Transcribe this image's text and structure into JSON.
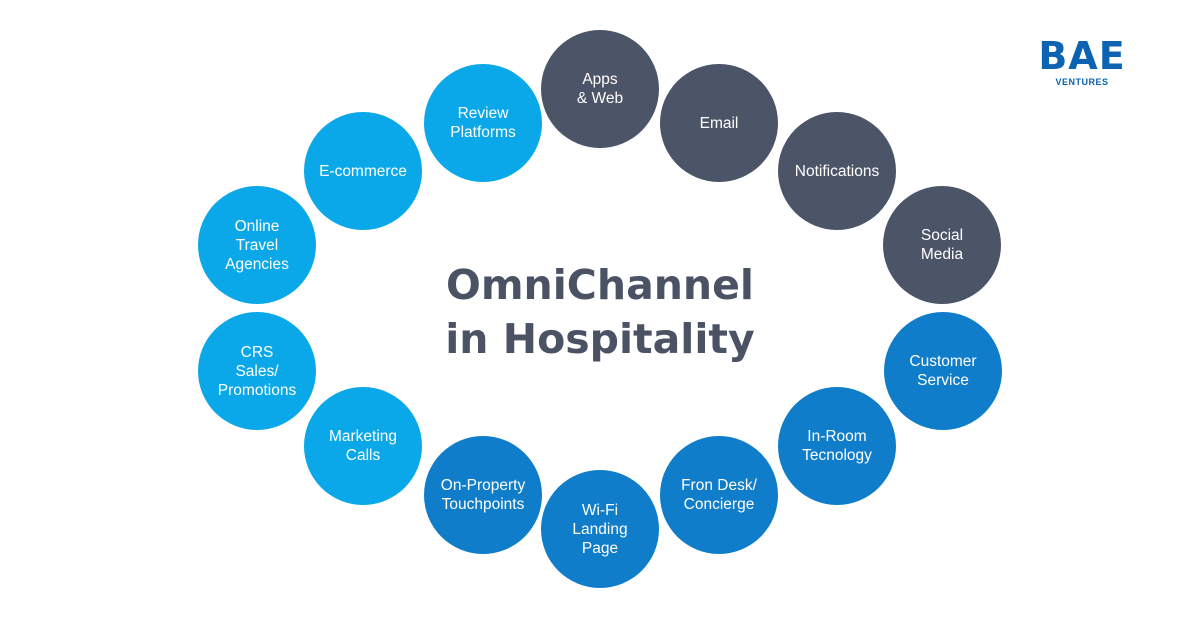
{
  "title": {
    "line1": "OmniChannel",
    "line2": "in Hospitality"
  },
  "logo": {
    "mark": "BAE",
    "subtitle": "VENTURES",
    "color": "#0b63b2"
  },
  "colors": {
    "light_blue": "#0aa8e8",
    "mid_blue": "#0f7dc9",
    "dark_slate": "#4c5468",
    "title": "#4b5264"
  },
  "channels": [
    {
      "label": "Apps\n& Web",
      "tone": "dark"
    },
    {
      "label": "Email",
      "tone": "dark"
    },
    {
      "label": "Notifications",
      "tone": "dark"
    },
    {
      "label": "Social\nMedia",
      "tone": "dark"
    },
    {
      "label": "Customer\nService",
      "tone": "mid"
    },
    {
      "label": "In-Room\nTecnology",
      "tone": "mid"
    },
    {
      "label": "Fron Desk/\nConcierge",
      "tone": "mid"
    },
    {
      "label": "Wi-Fi\nLanding\nPage",
      "tone": "mid"
    },
    {
      "label": "On-Property\nTouchpoints",
      "tone": "mid"
    },
    {
      "label": "Marketing\nCalls",
      "tone": "light"
    },
    {
      "label": "CRS\nSales/\nPromotions",
      "tone": "light"
    },
    {
      "label": "Online\nTravel\nAgencies",
      "tone": "light"
    },
    {
      "label": "E-commerce",
      "tone": "light"
    },
    {
      "label": "Review\nPlatforms",
      "tone": "light"
    }
  ]
}
